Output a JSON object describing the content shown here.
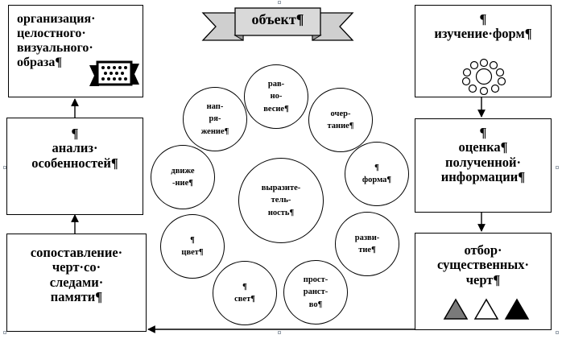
{
  "banner": {
    "title": "объект¶"
  },
  "left_column": [
    {
      "text": "организация·\nцелостного·\nвизуального·\nобраза¶"
    },
    {
      "text": "¶\nанализ·\nособенностей¶"
    },
    {
      "text": "сопоставление·\nчерт·со·\nследами·\nпамяти¶"
    }
  ],
  "right_column": [
    {
      "text": "¶\nизучение·форм¶"
    },
    {
      "text": "¶\nоценка¶\nполученной·\nинформации¶"
    },
    {
      "text": "отбор·\nсущественных·\nчерт¶"
    }
  ],
  "circles": {
    "center": "выразите-\nтель-\nность¶",
    "ring": [
      "рав-\nно-\nвесие¶",
      "очер-\nтание¶",
      "¶\nформа¶",
      "разви-\nтие¶",
      "прост-\nранст-\nво¶",
      "¶\nсвет¶",
      "¶\nцвет¶",
      "движе\n-ние¶",
      "нап-\nря-\nжение¶"
    ]
  },
  "triangles": {
    "colors": [
      "#7a7a7a",
      "#ffffff",
      "#000000"
    ]
  },
  "icons": [
    "certificate-icon",
    "flower-shapes-icon",
    "flow-arrow-icon"
  ]
}
